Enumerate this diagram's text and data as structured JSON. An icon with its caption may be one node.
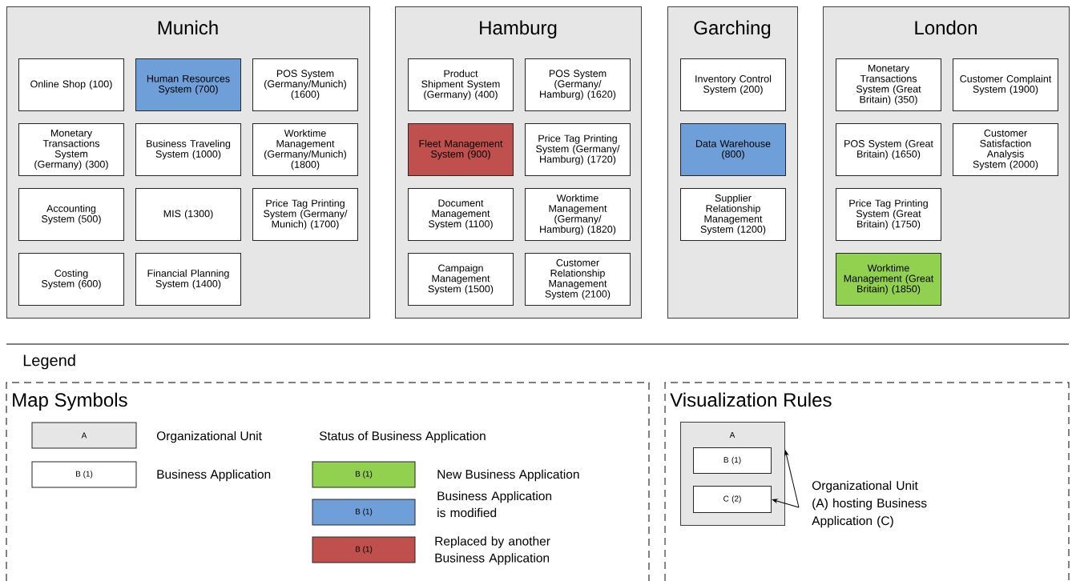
{
  "diagram": {
    "nodes": [
      {
        "text": [
          "Munich"
        ]
      },
      {
        "text": [
          "Online Shop (100)"
        ],
        "in": 0
      },
      {
        "text": [
          "Human Resources System (700)"
        ],
        "in": 0
      },
      {
        "text": [
          "POS System (Germany/Munich) (1600)"
        ],
        "in": 0
      },
      {
        "text": [
          "Monetary Transactions System (Germany) (300)"
        ],
        "in": 0
      },
      {
        "text": [
          "Business Traveling System (1000)"
        ],
        "in": 0
      },
      {
        "text": [
          "Worktime Management (Germany/Munich) (1800)"
        ],
        "in": 0
      },
      {
        "text": [
          "Accounting System (500)"
        ],
        "in": 0
      },
      {
        "text": [
          "MIS (1300)"
        ],
        "in": 0
      },
      {
        "text": [
          "Price Tag Printing System (Germany/ Munich) (1700)"
        ],
        "in": 0
      },
      {
        "text": [
          "Costing System (600)"
        ],
        "in": 0
      },
      {
        "text": [
          "Financial Planning System (1400)"
        ],
        "in": 0
      },
      {
        "text": [
          "Hamburg"
        ]
      },
      {
        "text": [
          "Product Shipment System (Germany) (400)"
        ],
        "in": 12
      },
      {
        "text": [
          "POS System (Germany/ Hamburg) (1620)"
        ],
        "in": 12
      },
      {
        "text": [
          "Fleet Management System (900)"
        ],
        "in": 12
      },
      {
        "text": [
          "Price Tag Printing System (Germany/ Hamburg) (1720)"
        ],
        "in": 12
      },
      {
        "text": [
          "Document Management System (1100)"
        ],
        "in": 12
      },
      {
        "text": [
          "Worktime Management (Germany/ Hamburg) (1820)"
        ],
        "in": 12
      },
      {
        "text": [
          "Campaign Management System (1500)"
        ],
        "in": 12
      },
      {
        "text": [
          "Customer Relationship Management System (2100)"
        ],
        "in": 12
      },
      {
        "text": [
          "Garching"
        ]
      },
      {
        "text": [
          "Inventory Control System (200)"
        ],
        "in": 21
      },
      {
        "text": [
          "Data Warehouse (800)"
        ],
        "in": 21
      },
      {
        "text": [
          "Supplier Relationship Management System (1200)"
        ],
        "in": 21
      },
      {
        "text": [
          "London"
        ]
      },
      {
        "text": [
          "Monetary Transactions System (Great Britain) (350)"
        ],
        "in": 25
      },
      {
        "text": [
          "Customer Complaint System (1900)"
        ],
        "in": 25
      },
      {
        "text": [
          "POS System (Great Britain) (1650)"
        ],
        "in": 25
      },
      {
        "text": [
          "Customer Satisfaction Analysis System (2000)"
        ],
        "in": 25
      },
      {
        "text": [
          "Price Tag Printing System (Great Britain) (1750)"
        ],
        "in": 25
      },
      {
        "text": [
          "Worktime Management (Great Britain) (1850)"
        ],
        "in": 25
      },
      {
        "text": [
          "Map Symbols"
        ]
      },
      {
        "text": [
          "Visualization Rules"
        ]
      },
      {
        "text": [
          "A"
        ],
        "in": 33
      },
      {
        "text": [
          "B (1)"
        ],
        "in": 34
      },
      {
        "text": [
          "C (2)"
        ],
        "in": 34
      },
      {
        "text": [
          "Organizational Unit (A) hosting Business Application (C)"
        ],
        "in": 33
      }
    ],
    "edges": [
      {
        "from": 37,
        "to": 34,
        "arrow": "to"
      },
      {
        "from": 37,
        "to": 36,
        "arrow": "to"
      }
    ],
    "labels": [
      "Legend",
      "A",
      "Status of Business Application",
      "B (1)",
      "B (1)",
      "B (1)",
      "B (1)"
    ],
    "legend": [
      {
        "text": "Organizational Unit",
        "color": "#e6e6e6"
      },
      {
        "text": "Business Application"
      },
      {
        "text": "New Business Application",
        "color": "#92d050"
      },
      {
        "text": "Business Application is modified",
        "color": "#6f9fd8"
      },
      {
        "text": "Replaced by another Business Application",
        "color": "#c0504d"
      }
    ]
  }
}
